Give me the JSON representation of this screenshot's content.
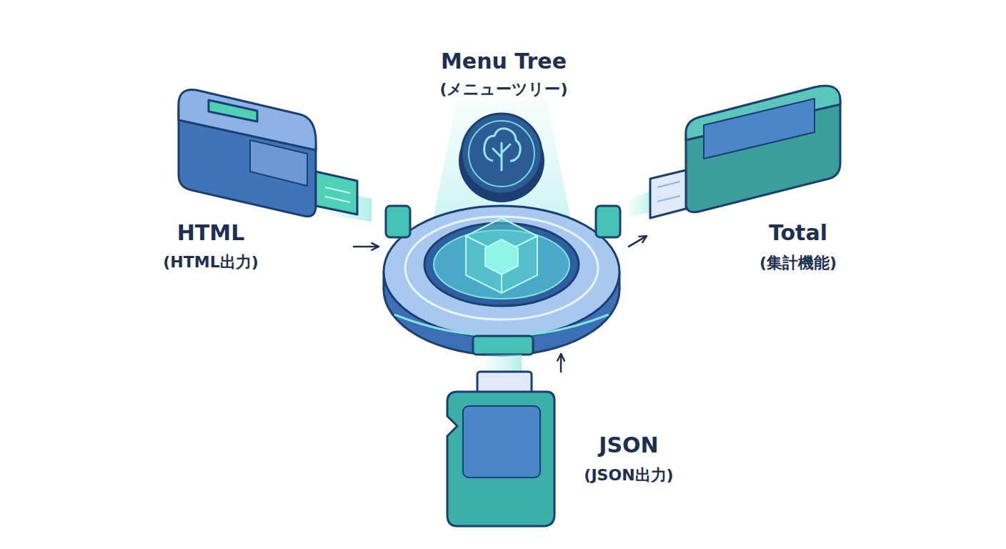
{
  "diagram": {
    "nodes": [
      {
        "text": [
          "Menu Tree",
          "(メニューツリー)"
        ]
      },
      {
        "text": [
          "HTML",
          "(HTML出力)"
        ]
      },
      {
        "text": [
          "Total",
          "(集計機能)"
        ]
      },
      {
        "text": [
          "JSON",
          "(JSON出力)"
        ]
      }
    ],
    "edges": [
      {
        "from": 1,
        "to": 0,
        "arrow": "to"
      },
      {
        "from": 0,
        "to": 2,
        "arrow": "to"
      },
      {
        "from": 3,
        "to": 0,
        "arrow": "to"
      }
    ]
  }
}
